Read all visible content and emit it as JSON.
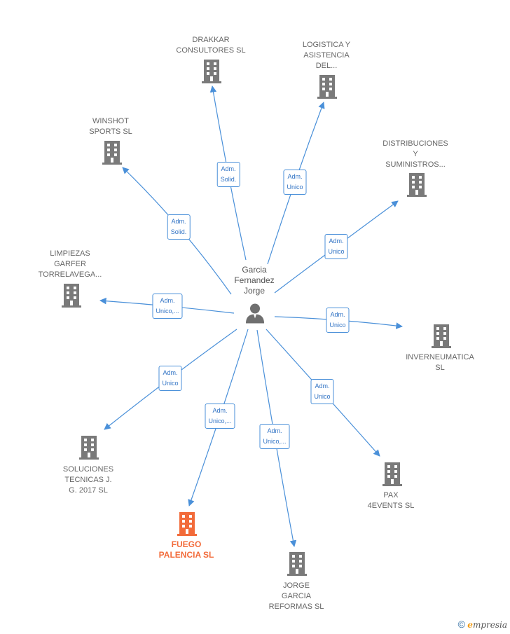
{
  "center": {
    "label": "Garcia\nFernandez\nJorge",
    "icon": "person-icon"
  },
  "companies": [
    {
      "id": "drakkar",
      "label": "DRAKKAR\nCONSULTORES SL",
      "role": "Adm.\nSolid.",
      "highlight": false
    },
    {
      "id": "logistica",
      "label": "LOGISTICA Y\nASISTENCIA\nDEL...",
      "role": "Adm.\nUnico",
      "highlight": false
    },
    {
      "id": "winshot",
      "label": "WINSHOT\nSPORTS  SL",
      "role": "Adm.\nSolid.",
      "highlight": false
    },
    {
      "id": "distribuciones",
      "label": "DISTRIBUCIONES\nY\nSUMINISTROS...",
      "role": "Adm.\nUnico",
      "highlight": false
    },
    {
      "id": "limpiezas",
      "label": "LIMPIEZAS\nGARFER\nTORRELAVEGA...",
      "role": "Adm.\nUnico,...",
      "highlight": false
    },
    {
      "id": "inverneumatica",
      "label": "INVERNEUMATICA SL",
      "role": "Adm.\nUnico",
      "highlight": false
    },
    {
      "id": "soluciones",
      "label": "SOLUCIONES\nTECNICAS J.\nG. 2017  SL",
      "role": "Adm.\nUnico",
      "highlight": false
    },
    {
      "id": "pax",
      "label": "PAX\n4EVENTS  SL",
      "role": "Adm.\nUnico",
      "highlight": false
    },
    {
      "id": "fuego",
      "label": "FUEGO\nPALENCIA  SL",
      "role": "Adm.\nUnico,...",
      "highlight": true
    },
    {
      "id": "jorge",
      "label": "JORGE\nGARCIA\nREFORMAS  SL",
      "role": "Adm.\nUnico,...",
      "highlight": false
    }
  ],
  "colors": {
    "edge": "#4a90d9",
    "building": "#7a7a7a",
    "building_highlight": "#f26b3a",
    "person": "#6f6f6f"
  },
  "footer": {
    "copyright": "©",
    "brand_initial": "e",
    "brand_rest": "mpresia"
  }
}
